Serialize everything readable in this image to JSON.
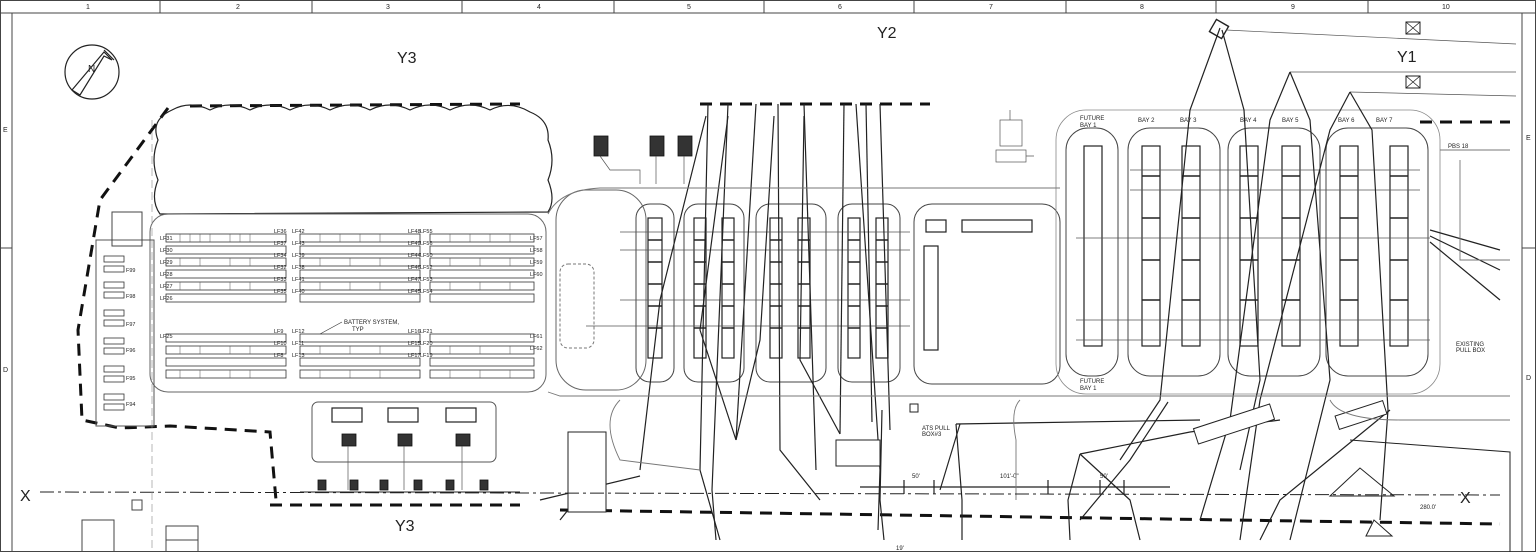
{
  "grid": {
    "columns": [
      "1",
      "2",
      "3",
      "4",
      "5",
      "6",
      "7",
      "8",
      "9",
      "10"
    ],
    "rows": [
      "E",
      "D"
    ]
  },
  "zones": {
    "y3_top": "Y3",
    "y3_bottom": "Y3",
    "y2": "Y2",
    "y1": "Y1",
    "x_left": "X",
    "x_right": "X"
  },
  "north_arrow": "N",
  "labels": {
    "battery_system": "BATTERY SYSTEM,",
    "battery_system_typ": "TYP",
    "ats_pull": "ATS PULL",
    "ats_pull_box": "BOX#3",
    "future_bay_top": "FUTURE",
    "future_bay_top_2": "BAY 1",
    "future_bay_bottom": "FUTURE",
    "future_bay_bottom_2": "BAY 1",
    "bay2": "BAY 2",
    "bay3": "BAY 3",
    "bay4": "BAY 4",
    "bay5": "BAY 5",
    "bay6": "BAY 6",
    "bay7": "BAY 7",
    "pbs": "PBS 18",
    "dim_50a": "50'",
    "dim_101": "101'-0\"",
    "dim_50b": "50'",
    "dim_280": "280.0'",
    "dim_19": "19'",
    "existing_pull_box": "EXISTING",
    "existing_pull_box_2": "PULL BOX"
  },
  "lf_labels": {
    "row1": [
      "LF36",
      "LF42",
      "LF48",
      "LF55"
    ],
    "row2": [
      "LF37",
      "LF43",
      "LF49",
      "LF56"
    ],
    "row3": [
      "LF34",
      "LF39",
      "LF44",
      "LF50"
    ],
    "row4": [
      "LF32",
      "LF38",
      "LF46",
      "LF52"
    ],
    "row5": [
      "LF33",
      "LF41",
      "LF47",
      "LF53"
    ],
    "row6": [
      "LF35",
      "LF40",
      "LF45",
      "LF54"
    ],
    "row7": [
      "LF9",
      "LF12",
      "LF16",
      "LF21"
    ],
    "row8": [
      "LF10",
      "LF11",
      "LF15",
      "LF20"
    ],
    "row9": [
      "LF8",
      "LF13",
      "LF17",
      "LF19"
    ]
  },
  "left_labels": [
    "LF31",
    "LF30",
    "LF29",
    "LF28",
    "LF27",
    "LF26",
    "LF25"
  ],
  "right_labels": [
    "LF57",
    "LF58",
    "LF59",
    "LF60",
    "LF61",
    "LF62"
  ],
  "f_labels": [
    "F99",
    "F98",
    "F97",
    "F96",
    "F95",
    "F94"
  ]
}
